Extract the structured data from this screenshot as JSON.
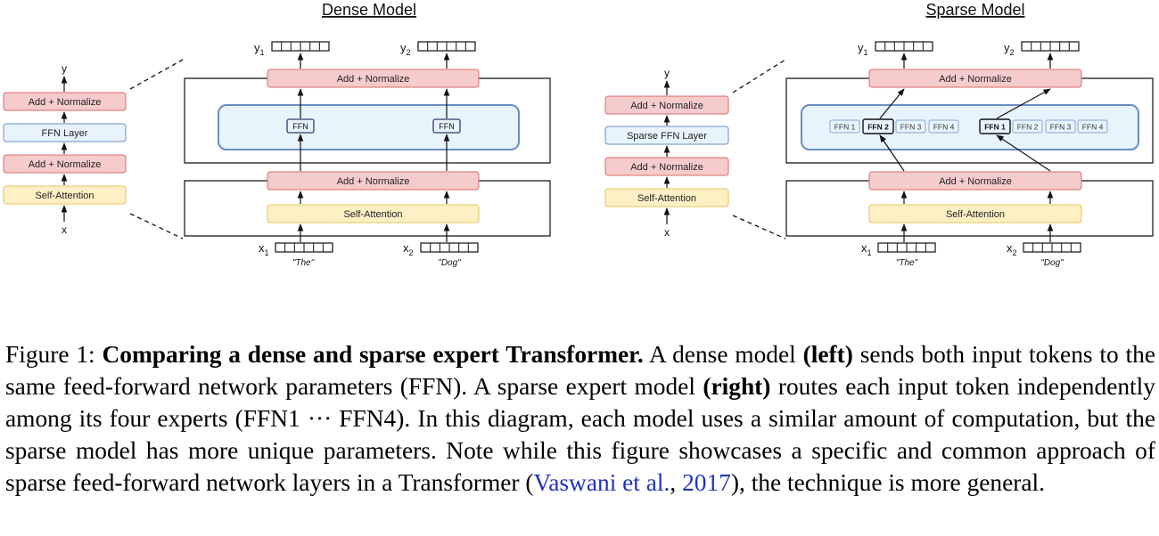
{
  "dense": {
    "title": "Dense Model",
    "side_stack": [
      "Add + Normalize",
      "FFN Layer",
      "Add + Normalize",
      "Self-Attention"
    ],
    "side_out": "y",
    "side_in": "x",
    "top_add_norm": "Add + Normalize",
    "mid_add_norm": "Add + Normalize",
    "self_attention": "Self-Attention",
    "ffn_left": "FFN",
    "ffn_right": "FFN",
    "y1": "y",
    "y1_sub": "1",
    "y2": "y",
    "y2_sub": "2",
    "x1": "x",
    "x1_sub": "1",
    "x2": "x",
    "x2_sub": "2",
    "token1": "\"The\"",
    "token2": "\"Dog\""
  },
  "sparse": {
    "title": "Sparse Model",
    "side_stack": [
      "Add + Normalize",
      "Sparse FFN Layer",
      "Add + Normalize",
      "Self-Attention"
    ],
    "side_out": "y",
    "side_in": "x",
    "top_add_norm": "Add + Normalize",
    "mid_add_norm": "Add + Normalize",
    "self_attention": "Self-Attention",
    "experts_left": [
      "FFN 1",
      "FFN 2",
      "FFN 3",
      "FFN 4"
    ],
    "experts_right": [
      "FFN 1",
      "FFN 2",
      "FFN 3",
      "FFN 4"
    ],
    "y1": "y",
    "y1_sub": "1",
    "y2": "y",
    "y2_sub": "2",
    "x1": "x",
    "x1_sub": "1",
    "x2": "x",
    "x2_sub": "2",
    "token1": "\"The\"",
    "token2": "\"Dog\""
  },
  "caption": {
    "label": "Figure 1:",
    "bold_title": "Comparing a dense and sparse expert Transformer.",
    "t1": "A dense model",
    "left": "(left)",
    "t2": "sends both input tokens to the same feed-forward network parameters (FFN). A sparse expert model",
    "right": "(right)",
    "t3": "routes each input token independently among its four experts (FFN1 ··· FFN4). In this diagram, each model uses a similar amount of computation, but the sparse model has more unique parameters. Note while this figure showcases a specific and common approach of sparse feed-forward network layers in a Transformer (",
    "cite_author": "Vaswani et al.",
    "cite_sep": ", ",
    "cite_year": "2017",
    "t4": "), the technique is more general."
  },
  "colors": {
    "norm_fill": "#f6cbcb",
    "norm_stroke": "#d96b6b",
    "attn_fill": "#fdf0c4",
    "attn_stroke": "#e4c35e",
    "ffn_layer_fill": "#e8f4fc",
    "ffn_layer_stroke": "#6c8cc4",
    "link": "#2233bb"
  }
}
